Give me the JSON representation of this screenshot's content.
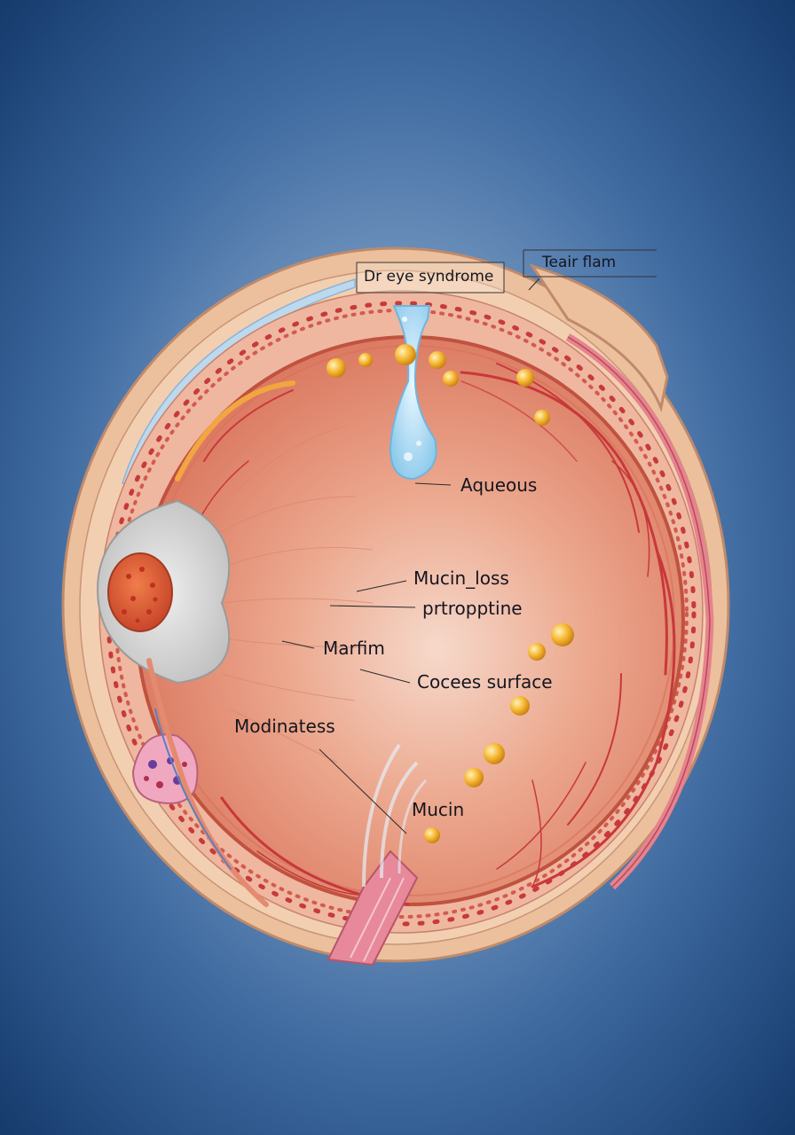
{
  "diagram": {
    "labels": {
      "dry_eye_syndrome": "Dr eye syndrome",
      "tear_film": "Teair flam",
      "aqueous": "Aqueous",
      "mucin_loss": "Mucin_loss",
      "prtropptine": "prtropptine",
      "marfim": "Marfim",
      "cocees_surface": "Cocees surface",
      "modinatess": "Modinatess",
      "mucin": "Mucin"
    },
    "colors": {
      "background": "#1d4478",
      "sclera": "#f0c29f",
      "retina": "#e79a7d",
      "vessels": "#c8383a",
      "tear_drop": "#a9dcf4",
      "droplets": "#f3b52e",
      "optic_nerve": "#e7899b"
    }
  }
}
